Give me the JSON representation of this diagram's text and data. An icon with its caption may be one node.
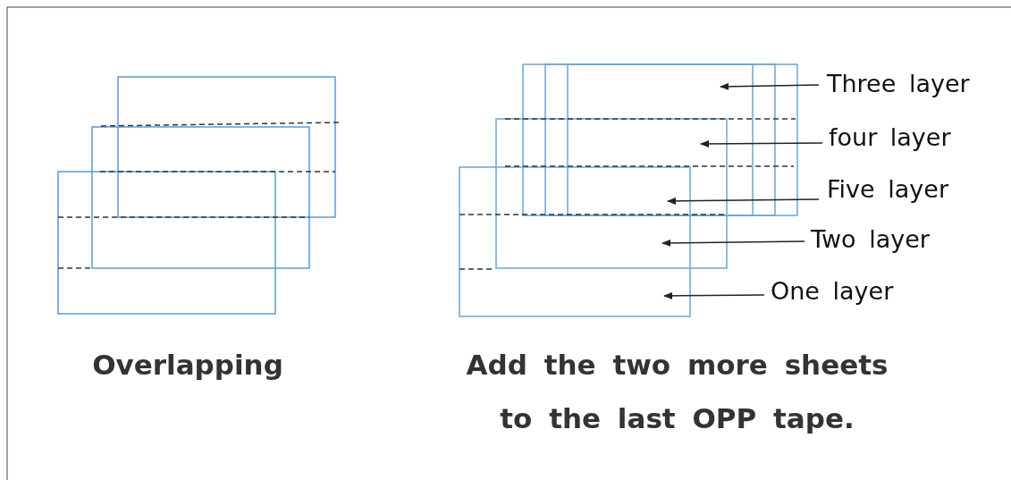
{
  "diagram": {
    "nodes": [
      {
        "text": [
          "Three layer"
        ]
      },
      {
        "text": [
          "four layer"
        ]
      },
      {
        "text": [
          "Five layer"
        ]
      },
      {
        "text": [
          "Two layer"
        ]
      },
      {
        "text": [
          "One layer"
        ]
      }
    ],
    "edges": [
      {
        "from": 0,
        "to": null,
        "arrow": "to"
      },
      {
        "from": 1,
        "to": null,
        "arrow": "to"
      },
      {
        "from": 2,
        "to": null,
        "arrow": "to"
      },
      {
        "from": 3,
        "to": null,
        "arrow": "to"
      },
      {
        "from": 4,
        "to": null,
        "arrow": "to"
      }
    ],
    "labels": [
      "Overlapping",
      "Add the two more sheets to the last OPP tape."
    ]
  }
}
